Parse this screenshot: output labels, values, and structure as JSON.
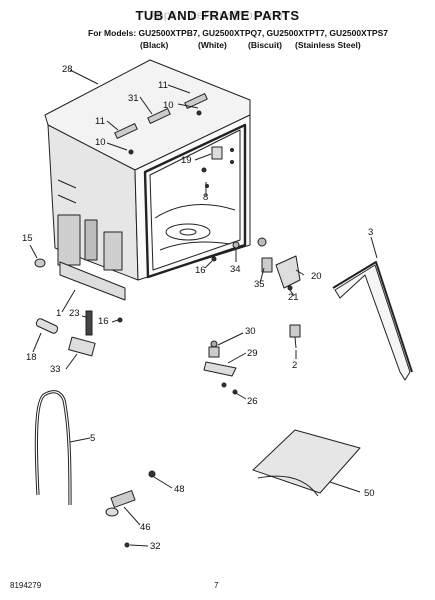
{
  "header": {
    "watermark": "AppliancePartsPros.com",
    "title": "TUB AND FRAME PARTS",
    "models": "For Models: GU2500XTPB7, GU2500XTPQ7, GU2500XTPT7, GU2500XTPS7",
    "colors": [
      "(Black)",
      "(White)",
      "(Biscuit)",
      "(Stainless Steel)"
    ]
  },
  "footer": {
    "doc_number": "8194279",
    "page_number": "7"
  },
  "callouts": [
    "28",
    "11",
    "31",
    "10",
    "11",
    "10",
    "19",
    "8",
    "15",
    "3",
    "16",
    "34",
    "20",
    "35",
    "21",
    "1",
    "23",
    "16",
    "30",
    "18",
    "29",
    "2",
    "33",
    "26",
    "5",
    "48",
    "50",
    "46",
    "32"
  ]
}
